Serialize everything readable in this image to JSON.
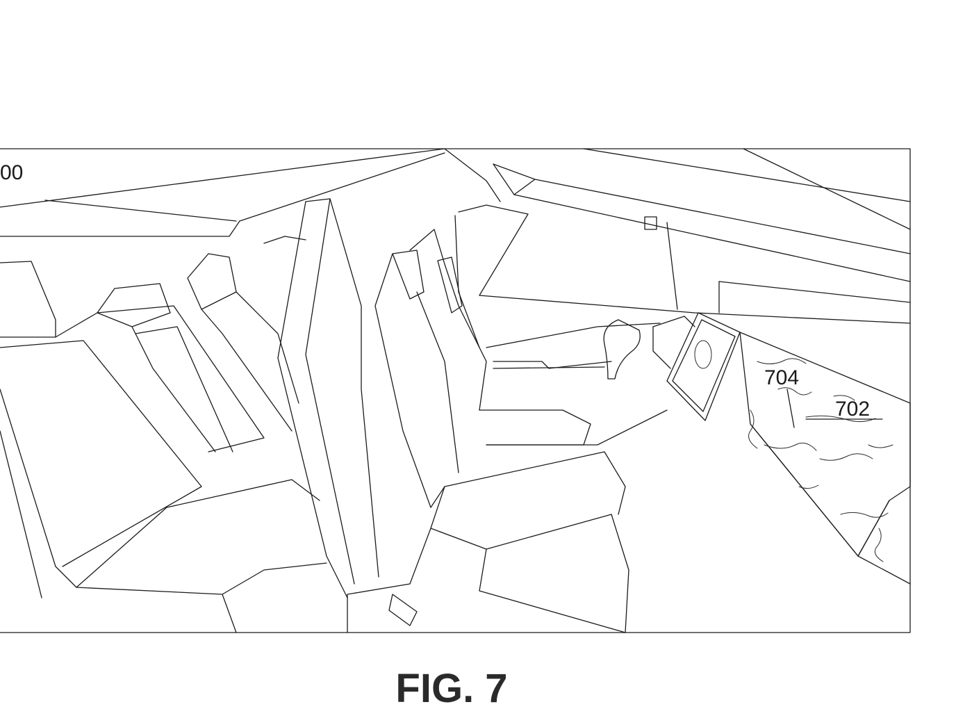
{
  "figure": {
    "caption": "FIG. 7",
    "frame_label": "00",
    "reference_labels": [
      {
        "id": "ref-704",
        "text": "704"
      },
      {
        "id": "ref-702",
        "text": "702"
      }
    ]
  },
  "colors": {
    "line": "#1a1a1a",
    "background": "#ffffff"
  }
}
